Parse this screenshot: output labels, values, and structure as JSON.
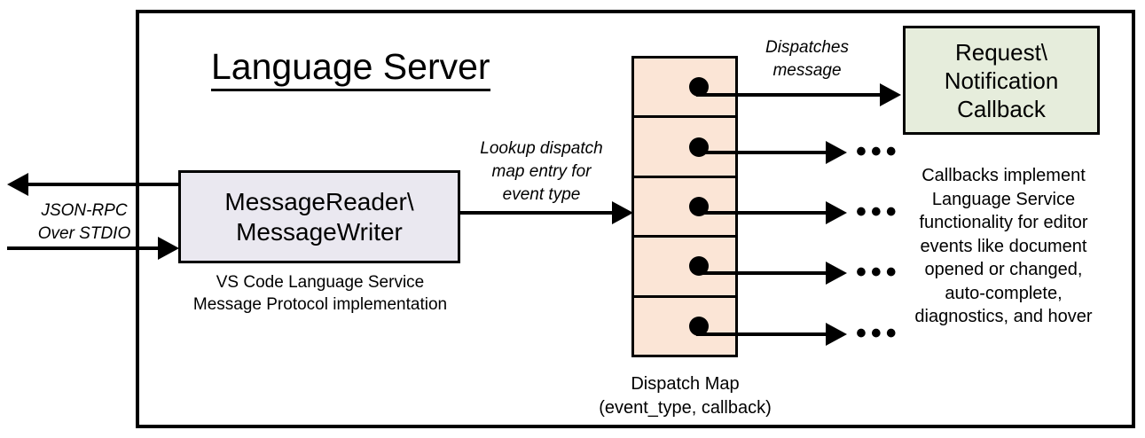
{
  "diagram": {
    "title": "Language Server",
    "frame_name": "language-server-boundary"
  },
  "reader": {
    "line1": "MessageReader\\",
    "line2": "MessageWriter",
    "caption_line1": "VS Code Language Service",
    "caption_line2": "Message Protocol implementation",
    "fill_color": "#EAE8F0"
  },
  "dispatch_map": {
    "caption_line1": "Dispatch Map",
    "caption_line2": "(event_type, callback)",
    "row_count": 5,
    "fill_color": "#FBE5D6",
    "dot_name": "callback-entry-dot"
  },
  "callback": {
    "line1": "Request\\",
    "line2": "Notification",
    "line3": "Callback",
    "fill_color": "#E6EDDC",
    "caption": "Callbacks implement Language Service functionality for editor events like document opened or changed, auto-complete, diagnostics, and hover",
    "caption_lines": [
      "Callbacks implement",
      "Language Service",
      "functionality for editor",
      "events like document",
      "opened or changed,",
      "auto-complete,",
      "diagnostics, and hover"
    ]
  },
  "edges": {
    "jsonrpc_line1": "JSON-RPC",
    "jsonrpc_line2": "Over STDIO",
    "lookup_line1": "Lookup dispatch",
    "lookup_line2": "map entry for",
    "lookup_line3": "event type",
    "dispatches_line1": "Dispatches",
    "dispatches_line2": "message",
    "ellipsis": "•••"
  },
  "colors": {
    "stroke": "#000000",
    "background": "#FFFFFF"
  }
}
